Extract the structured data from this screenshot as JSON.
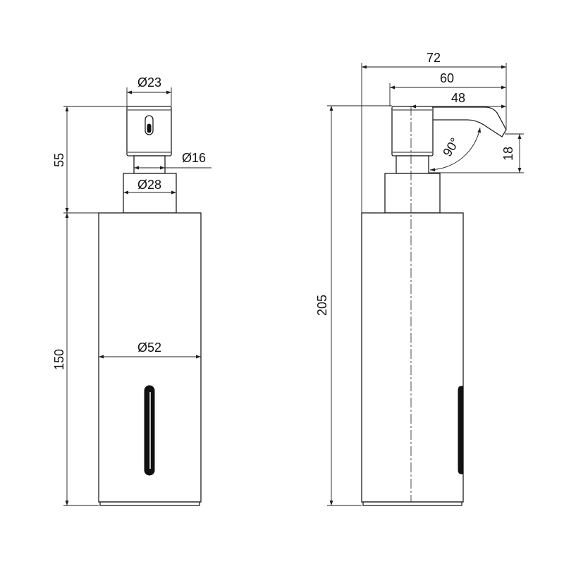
{
  "front_view": {
    "head_diameter": "Ø23",
    "pump_height": "55",
    "neck_diameter": "Ø16",
    "collar_diameter": "Ø28",
    "body_height": "150",
    "body_diameter": "Ø52"
  },
  "side_view": {
    "total_height": "205",
    "overall_reach": "72",
    "head_to_spout": "60",
    "center_to_spout": "48",
    "spout_angle": "90°",
    "spout_drop": "18"
  }
}
